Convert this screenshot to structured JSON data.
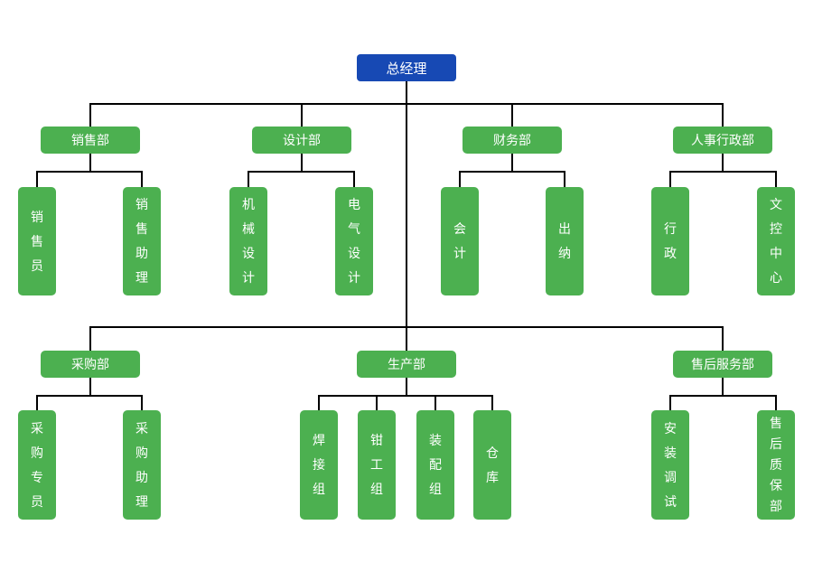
{
  "colors": {
    "root_fill": "#1749b4",
    "node_fill": "#4cb050",
    "connector": "#000000",
    "node_text": "#ffffff",
    "background": "#ffffff"
  },
  "org": {
    "root": {
      "label": "总经理"
    },
    "departments_row1": [
      {
        "label": "销售部",
        "children": [
          "销售员",
          "销售助理"
        ]
      },
      {
        "label": "设计部",
        "children": [
          "机械设计",
          "电气设计"
        ]
      },
      {
        "label": "财务部",
        "children": [
          "会计",
          "出纳"
        ]
      },
      {
        "label": "人事行政部",
        "children": [
          "行政",
          "文控中心"
        ]
      }
    ],
    "departments_row2": [
      {
        "label": "采购部",
        "children": [
          "采购专员",
          "采购助理"
        ]
      },
      {
        "label": "生产部",
        "children": [
          "焊接组",
          "钳工组",
          "装配组",
          "仓库"
        ]
      },
      {
        "label": "售后服务部",
        "children": [
          "安装调试",
          "售后质保部"
        ]
      }
    ]
  }
}
